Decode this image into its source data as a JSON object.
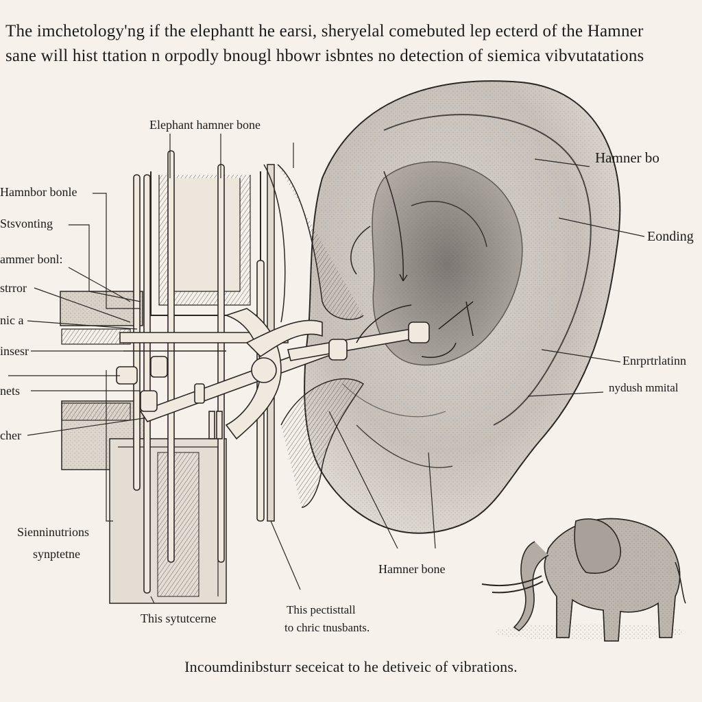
{
  "header": {
    "line1": "The imchetology'ng if the elephantt he earsi, sheryelal comebuted lep ecterd of the Hamner",
    "line2": "sane will hist ttation n orpodly bnougl hbowr isbntes  no detection of siemica vibvutatations"
  },
  "labels": {
    "top": "Elephant hamner bone",
    "left1": "Hamnbor bonle",
    "left2": "Stsvonting",
    "left3": "ammer bonl:",
    "left4": "strror",
    "left5": "nic a",
    "left6": "insesr",
    "left7": "nets",
    "left8": "cher",
    "left_bottom_1": "Sienninutrions",
    "left_bottom_2": "synptetne",
    "bottom_center": "This sytutcerne",
    "bottom_right_1": "This pectisttall",
    "bottom_right_2": "to chric tnusbants.",
    "ear_bottom": "Hamner bone",
    "right1": "Hamner bo",
    "right2": "Eonding",
    "right3": "Enrprtrlatinn",
    "right4": "nydush mmital"
  },
  "caption": "Incoumdinibsturr seceicat to he detiveic of vibrations."
}
